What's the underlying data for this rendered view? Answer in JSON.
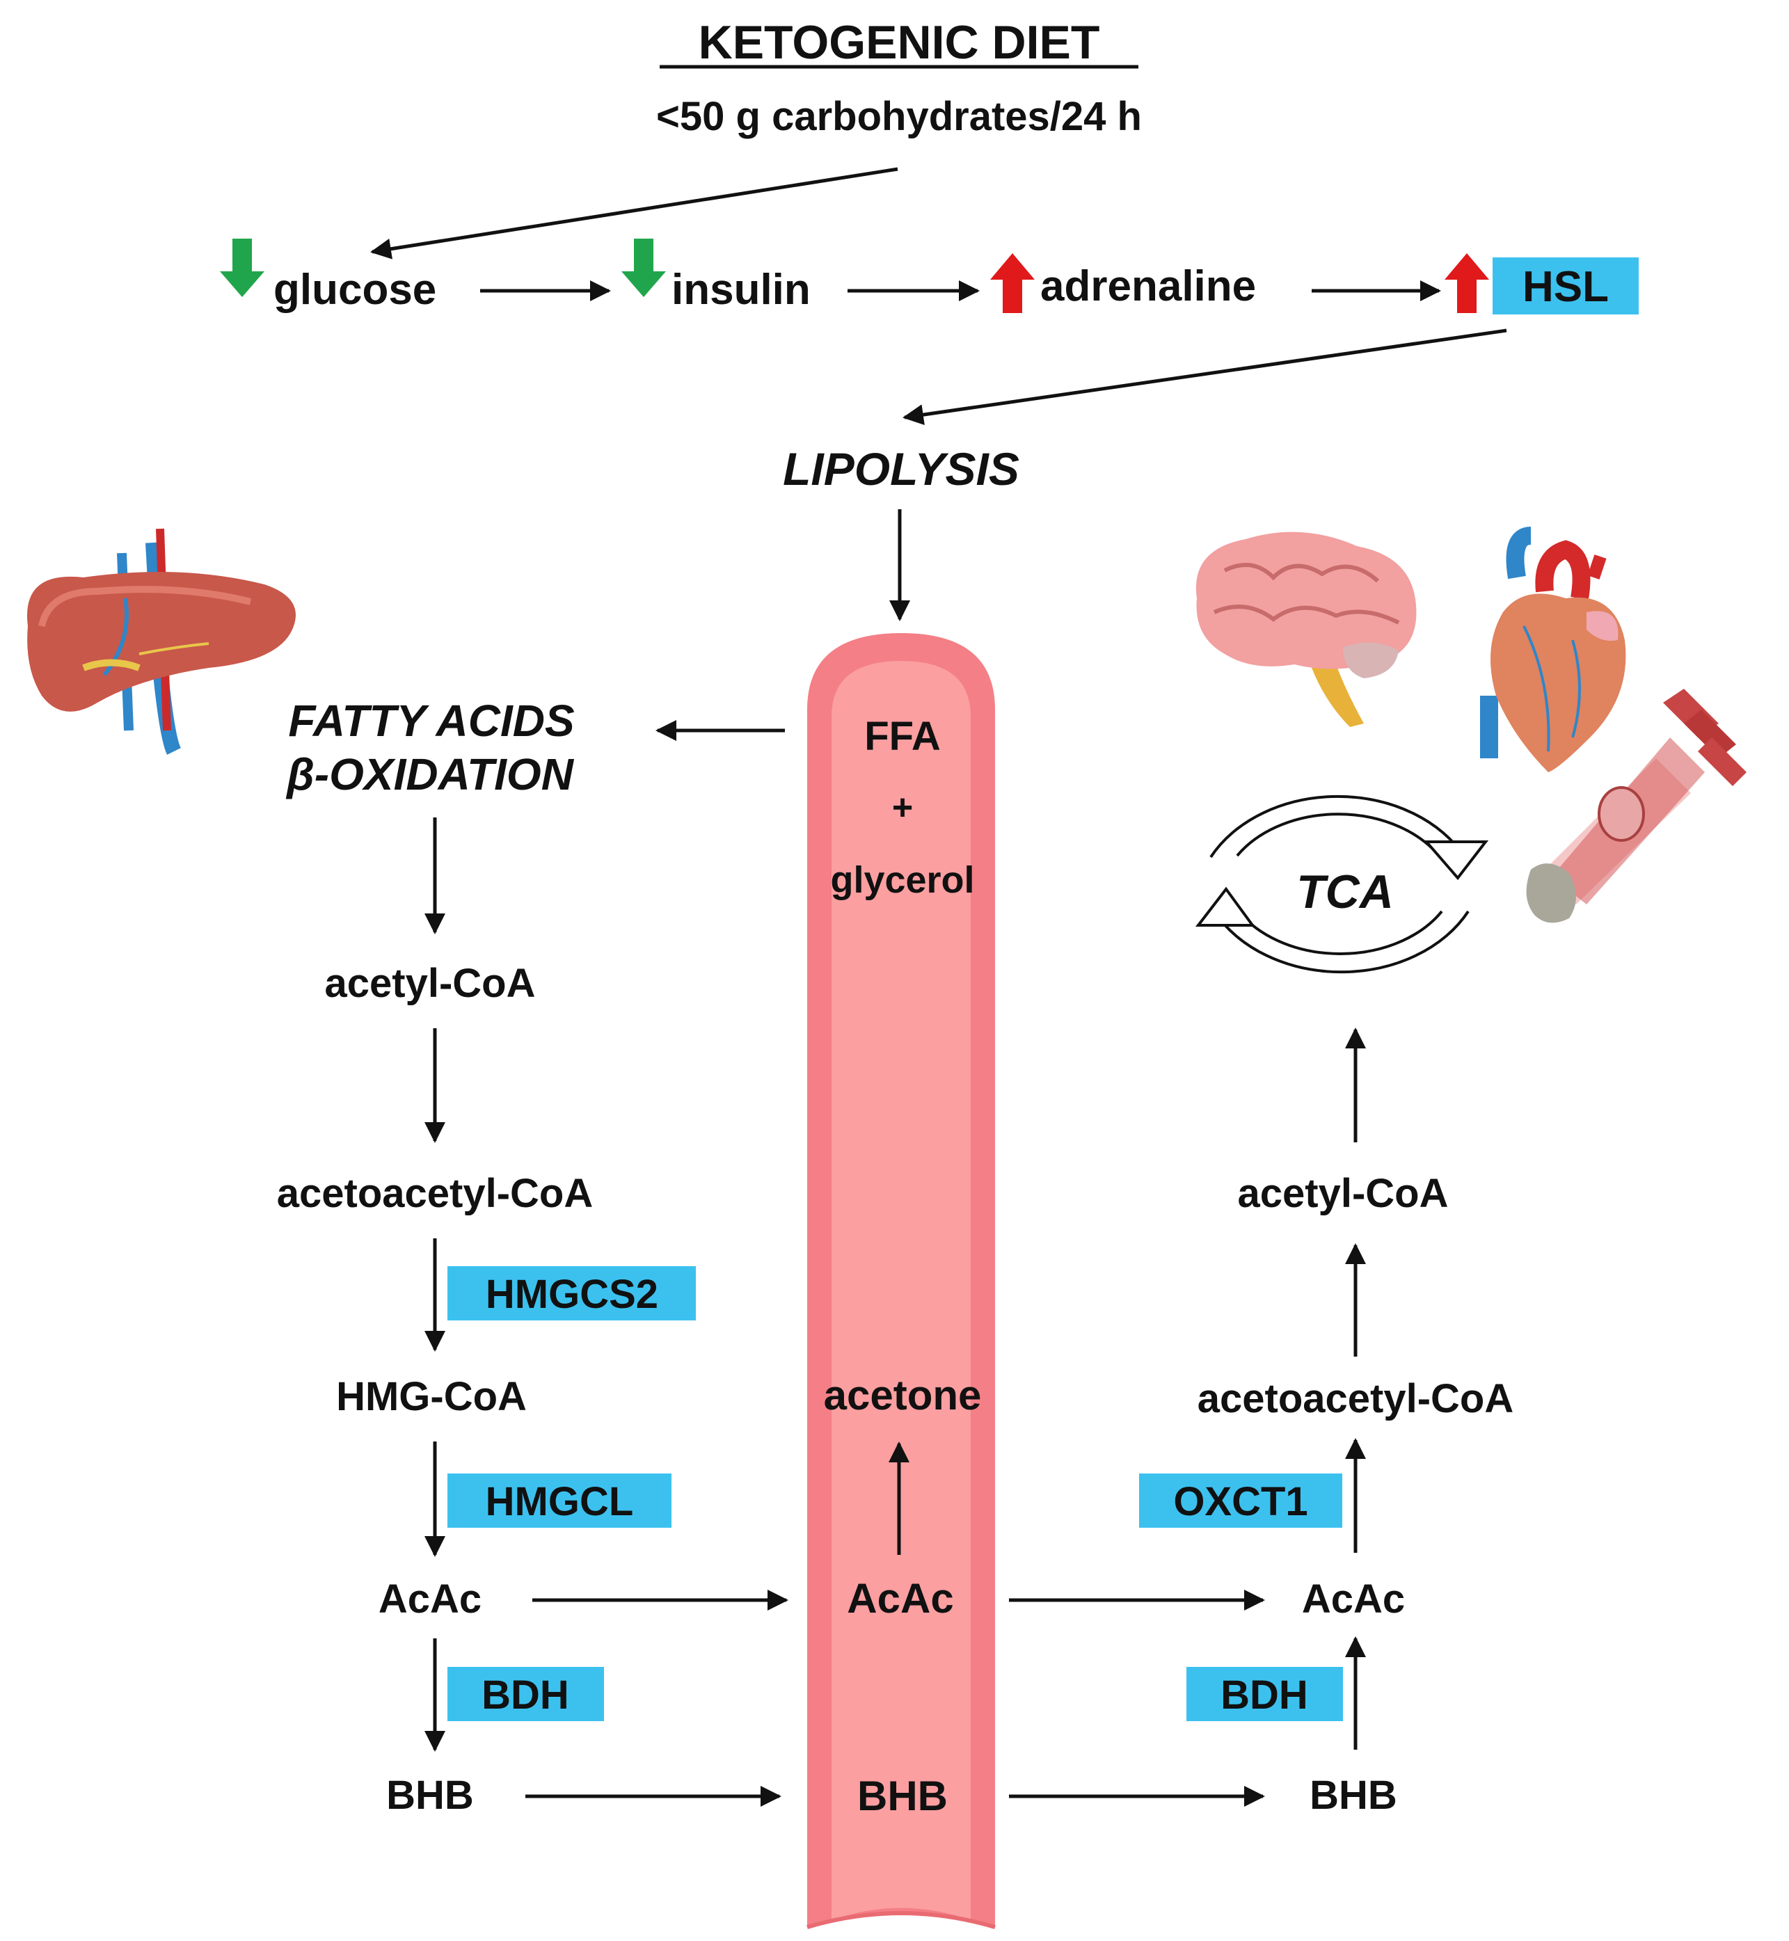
{
  "title": "KETOGENIC DIET",
  "subtitle": "<50 g carbohydrates/24 h",
  "colors": {
    "enzyme_box": "#3cc1ef",
    "vessel_outer": "#f47f86",
    "vessel_inner": "#fb9fa1",
    "down_arrow": "#21a54c",
    "up_arrow": "#e0191b",
    "arrow": "#111111"
  },
  "signaling": {
    "glucose": "glucose",
    "insulin": "insulin",
    "adrenaline": "adrenaline",
    "hsl": "HSL"
  },
  "lipolysis": "LIPOLYSIS",
  "blood": {
    "ffa": "FFA",
    "plus": "+",
    "glycerol": "glycerol",
    "acetone": "acetone",
    "acac": "AcAc",
    "bhb": "BHB"
  },
  "liver": {
    "fatty_acids": "FATTY ACIDS",
    "beta_oxidation": "β-OXIDATION",
    "acetyl_coa": "acetyl-CoA",
    "acetoacetyl_coa": "acetoacetyl-CoA",
    "hmgcs2": "HMGCS2",
    "hmg_coa": "HMG-CoA",
    "hmgcl": "HMGCL",
    "acac": "AcAc",
    "bdh": "BDH",
    "bhb": "BHB"
  },
  "tissue": {
    "tca": "TCA",
    "acetyl_coa": "acetyl-CoA",
    "acetoacetyl_coa": "acetoacetyl-CoA",
    "oxct1": "OXCT1",
    "acac": "AcAc",
    "bdh": "BDH",
    "bhb": "BHB"
  },
  "icons": [
    "liver-icon",
    "brain-icon",
    "heart-icon",
    "muscle-icon"
  ]
}
